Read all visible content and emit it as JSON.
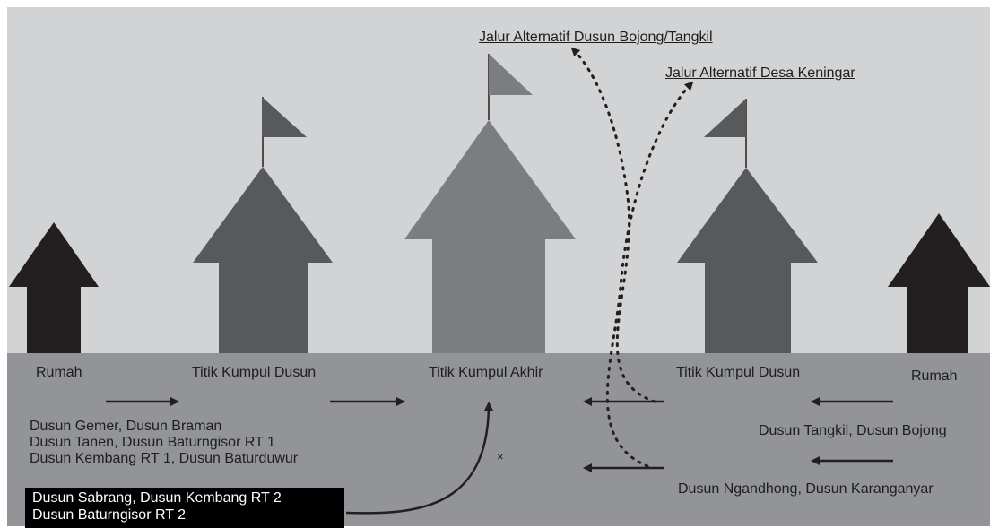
{
  "routes": {
    "bojong": "Jalur Alternatif Dusun Bojong/Tangkil",
    "keningar": "Jalur Alternatif Desa Keningar"
  },
  "places": {
    "rumah_left": "Rumah",
    "tkd_left": "Titik Kumpul Dusun",
    "tka": "Titik Kumpul Akhir",
    "tkd_right": "Titik Kumpul Dusun",
    "rumah_right": "Rumah"
  },
  "groups": {
    "left": [
      "Dusun Gemer, Dusun Braman",
      "Dusun Tanen, Dusun Baturngisor RT 1",
      "Dusun Kembang RT 1, Dusun Baturduwur"
    ],
    "highlighted": [
      "Dusun Sabrang, Dusun Kembang RT 2",
      "Dusun Baturngisor RT 2"
    ],
    "right_top": "Dusun Tangkil, Dusun Bojong",
    "right_bottom": "Dusun Ngandhong, Dusun Karanganyar"
  },
  "marks": {
    "cross": "×"
  },
  "colors": {
    "sky": "#d1d3d4",
    "ground": "#929497",
    "house": "#231f20",
    "shelter": "#58595b",
    "final_shelter": "#7c7d80",
    "final_flag": "#7c7d80",
    "text": "#1e1e1e"
  }
}
